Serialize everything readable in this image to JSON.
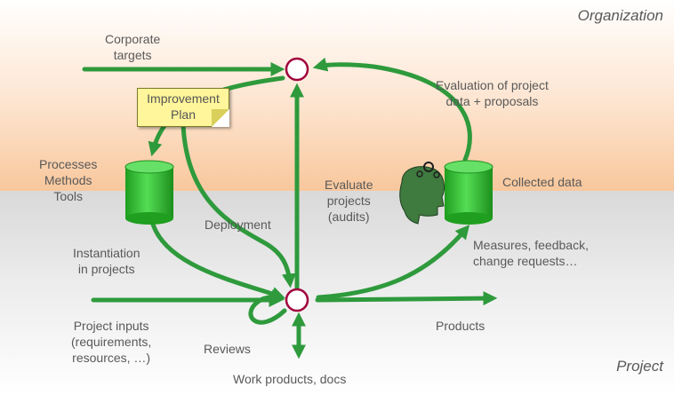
{
  "regions": {
    "organization": "Organization",
    "project": "Project"
  },
  "labels": {
    "corporate_targets": [
      "Corporate",
      "targets"
    ],
    "improvement_plan": [
      "Improvement",
      "Plan"
    ],
    "processes": [
      "Processes",
      "Methods",
      "Tools"
    ],
    "evaluation": [
      "Evaluation  of project",
      "data + proposals"
    ],
    "collected_data": "Collected data",
    "evaluate_projects": [
      "Evaluate",
      "projects",
      "(audits)"
    ],
    "deployment": "Deployment",
    "instantiation": [
      "Instantiation",
      "in projects"
    ],
    "measures": [
      "Measures, feedback,",
      "change requests…"
    ],
    "project_inputs": [
      "Project inputs",
      "(requirements,",
      "resources, …)"
    ],
    "reviews": "Reviews",
    "products": "Products",
    "work_products": "Work products, docs"
  },
  "colors": {
    "arrow": "#2e9a3c",
    "node_border": "#a0003c",
    "cylinder": "#2fc02f",
    "note_fill": "#fff59a",
    "org_band": "#f8c79c",
    "project_band": "#d9d9d9"
  },
  "icons": {
    "analyst": "head-with-gears-icon"
  }
}
